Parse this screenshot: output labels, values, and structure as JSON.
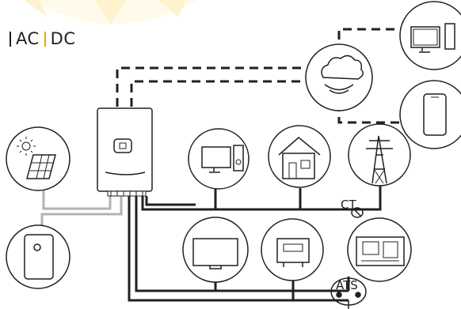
{
  "legend": {
    "ac": "AC",
    "dc": "DC"
  },
  "labels": {
    "ct": "CT",
    "ats": "ATS"
  },
  "icons": {
    "inverter": "hybrid-inverter-icon",
    "cloud": "cloud-monitoring-icon",
    "computer": "desktop-computer-icon",
    "phone": "smartphone-icon",
    "solar": "solar-panel-icon",
    "battery": "battery-icon",
    "home_load": "home-appliances-icon",
    "house": "house-icon",
    "grid": "grid-tower-icon",
    "backup_load": "backup-load-icon",
    "meter": "smart-meter-icon",
    "generator": "generator-icon"
  },
  "colors": {
    "ac_line": "#231f20",
    "dc_line": "#b3b3b3",
    "accent": "#f0a500",
    "outline": "#231f20"
  }
}
